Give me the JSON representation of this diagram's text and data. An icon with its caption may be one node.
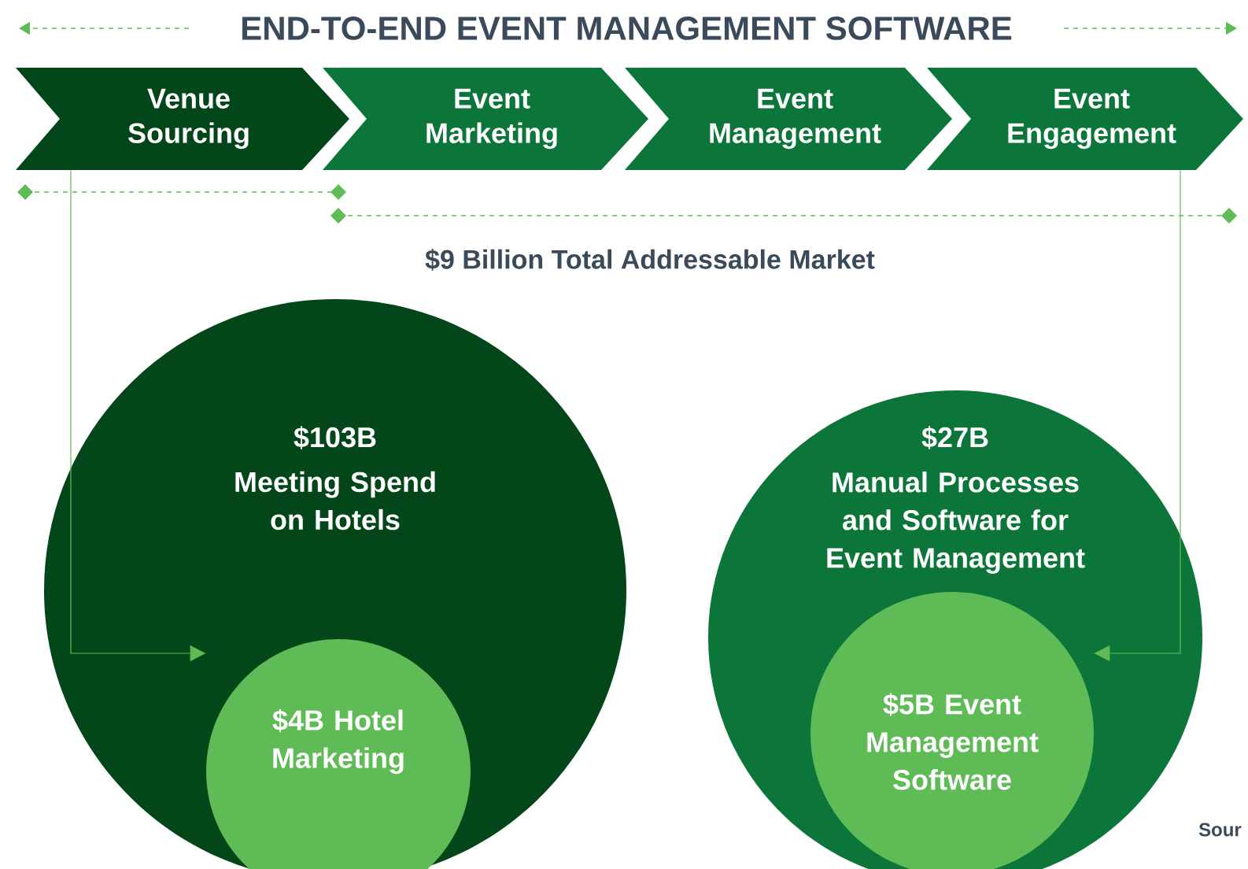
{
  "diagram": {
    "title": "END-TO-END EVENT MANAGEMENT SOFTWARE",
    "nodes": [
      {
        "text": [
          "Venue Sourcing"
        ]
      },
      {
        "text": [
          "Event Marketing"
        ]
      },
      {
        "text": [
          "Event Management"
        ]
      },
      {
        "text": [
          "Event Engagement"
        ]
      },
      {
        "text": [
          "$103B",
          "Meeting Spend on Hotels"
        ]
      },
      {
        "text": [
          "$4B Hotel Marketing"
        ],
        "in": 4
      },
      {
        "text": [
          "$27B",
          "Manual Processes and Software for Event Management"
        ]
      },
      {
        "text": [
          "$5B Event Management Software"
        ],
        "in": 6
      }
    ],
    "edges": [
      {
        "from": 0,
        "to": 5,
        "arrow": "to"
      },
      {
        "from": 3,
        "to": 7,
        "arrow": "to"
      }
    ],
    "labels": [
      "$9 Billion Total Addressable Market",
      "Sour"
    ]
  }
}
